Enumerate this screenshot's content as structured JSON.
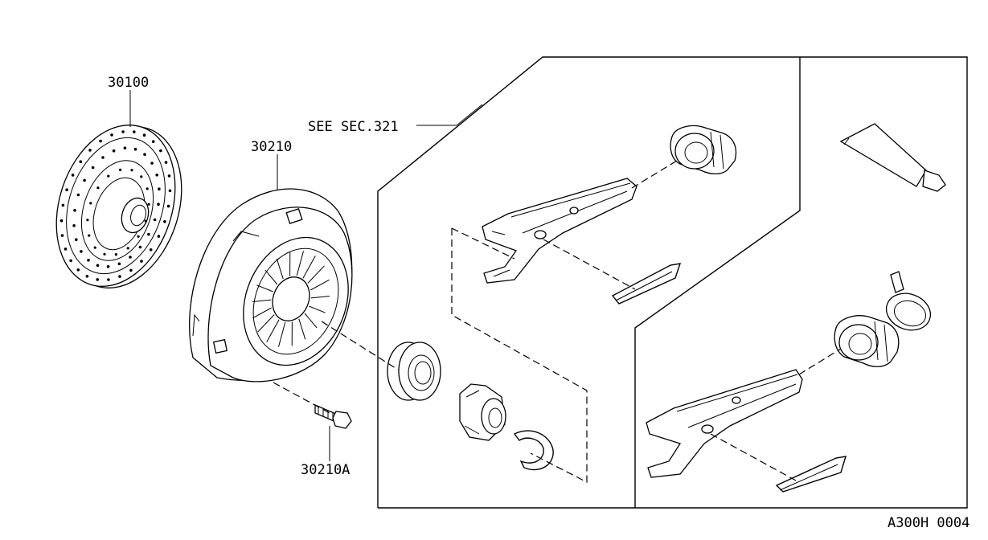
{
  "labels": {
    "disc": "30100",
    "cover": "30210",
    "bolt": "30210A",
    "see_section": "SEE SEC.321",
    "diagram_code": "A300H 0004"
  }
}
